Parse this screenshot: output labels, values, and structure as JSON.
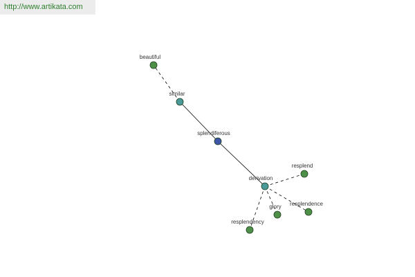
{
  "source_url": "http://www.artikata.com",
  "graph": {
    "colors": {
      "center": "#3f55a8",
      "relation": "#4a9a9a",
      "term": "#4f9048",
      "edge": "#000000"
    },
    "nodes": [
      {
        "id": "beautiful",
        "label": "beautiful",
        "kind": "term"
      },
      {
        "id": "similar",
        "label": "similar",
        "kind": "relation"
      },
      {
        "id": "splendiferous",
        "label": "splendiferous",
        "kind": "center"
      },
      {
        "id": "derivation",
        "label": "derivation",
        "kind": "relation"
      },
      {
        "id": "resplend",
        "label": "resplend",
        "kind": "term"
      },
      {
        "id": "glory",
        "label": "glory",
        "kind": "term"
      },
      {
        "id": "resplendence",
        "label": "resplendence",
        "kind": "term"
      },
      {
        "id": "resplendency",
        "label": "resplendency",
        "kind": "term"
      }
    ],
    "edges": [
      {
        "from": "similar",
        "to": "beautiful",
        "style": "dashed"
      },
      {
        "from": "splendiferous",
        "to": "similar",
        "style": "solid"
      },
      {
        "from": "splendiferous",
        "to": "derivation",
        "style": "solid"
      },
      {
        "from": "derivation",
        "to": "resplend",
        "style": "dashed"
      },
      {
        "from": "derivation",
        "to": "glory",
        "style": "dashed"
      },
      {
        "from": "derivation",
        "to": "resplendence",
        "style": "dashed"
      },
      {
        "from": "derivation",
        "to": "resplendency",
        "style": "dashed"
      }
    ]
  }
}
